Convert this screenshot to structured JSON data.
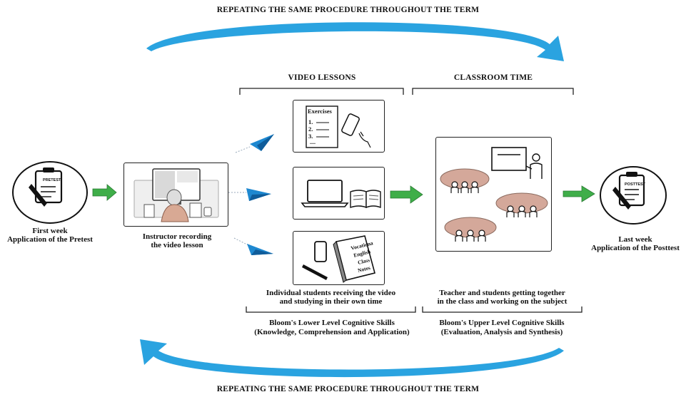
{
  "top_banner": "REPEATING THE SAME PROCEDURE THROUGHOUT THE TERM",
  "bottom_banner": "REPEATING THE SAME PROCEDURE THROUGHOUT THE TERM",
  "sections": {
    "video_lessons": "VIDEO LESSONS",
    "classroom_time": "CLASSROOM TIME"
  },
  "pretest": {
    "badge": "PRETEST",
    "line1": "First week",
    "line2": "Application of the Pretest"
  },
  "instructor": {
    "line1": "Instructor recording",
    "line2": "the video lesson"
  },
  "exercises": {
    "title": "Exercises",
    "items": [
      "1.",
      "2.",
      "3.",
      "...."
    ]
  },
  "notebook": {
    "lines": [
      "Vocationa",
      "English",
      "Class",
      "Notes"
    ]
  },
  "students": {
    "line1": "Individual students receiving the video",
    "line2": "and studying in their own time"
  },
  "teacher": {
    "line1": "Teacher and students getting together",
    "line2": "in the class and working on the subject"
  },
  "bloom_lower": {
    "line1": "Bloom's Lower Level Cognitive Skills",
    "line2": "(Knowledge, Comprehension and Application)"
  },
  "bloom_upper": {
    "line1": "Bloom's Upper Level Cognitive Skills",
    "line2": "(Evaluation, Analysis and Synthesis)"
  },
  "posttest": {
    "badge": "POSTTEST",
    "line1": "Last week",
    "line2": "Application of the Posttest"
  },
  "colors": {
    "cycle_arrow": "#2aa3e0",
    "flow_arrow": "#3fae49",
    "table": "#d4a89a",
    "plane": "#1e88d0"
  }
}
